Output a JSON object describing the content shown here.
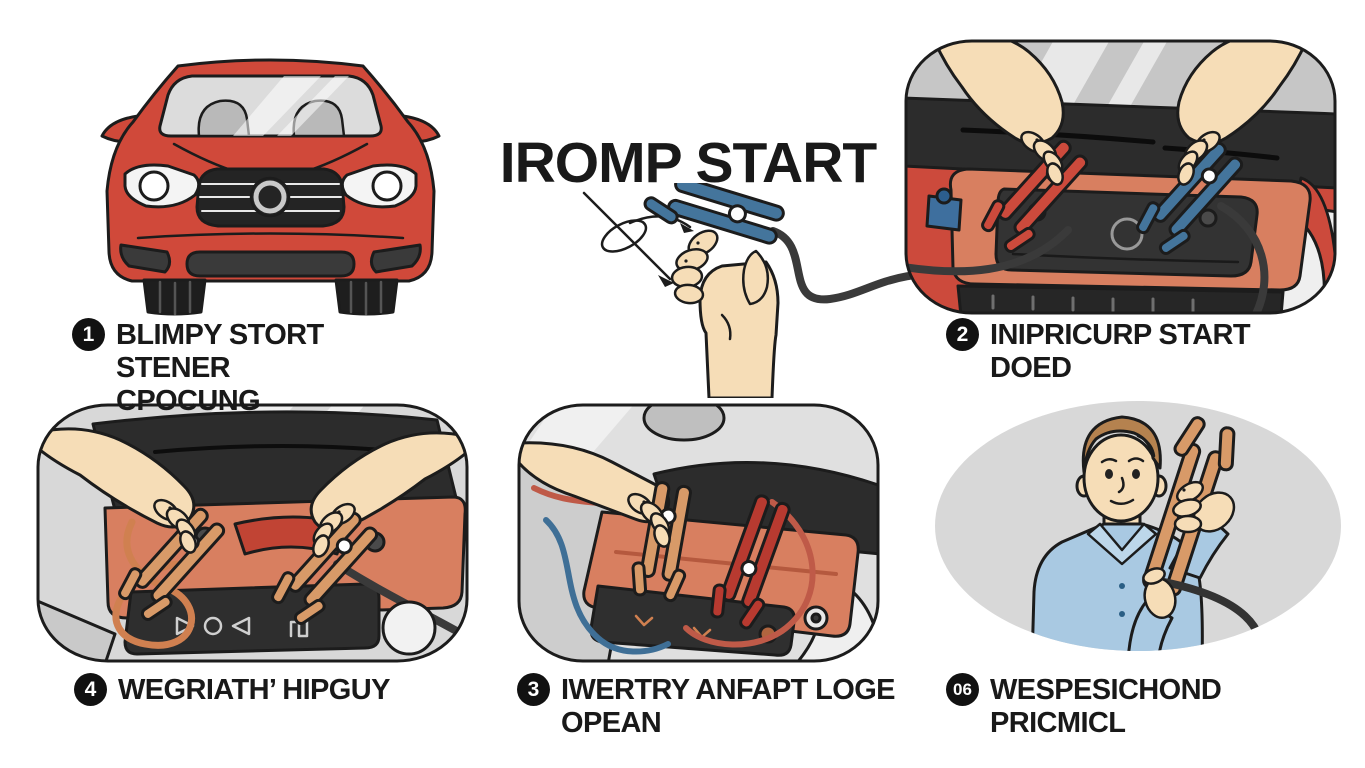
{
  "title": "IROMP START",
  "steps": {
    "s1": {
      "badge": "1",
      "label": "BLIMPY STORT STENER\nCPOCUNG"
    },
    "s2": {
      "badge": "2",
      "label": "INIPRICURP START\nDOED"
    },
    "s3": {
      "badge": "3",
      "label": "IWERTRY ANFAPT LOGE\nOPEAN"
    },
    "s4": {
      "badge": "4",
      "label": "WEGRIATH’ HIPGUY"
    },
    "s6": {
      "badge": "06",
      "label": "WESPESICHOND\nPRICMICL"
    }
  },
  "icons": {
    "rotation_arrow": "rotation-arrow-icon",
    "step_badges": "numbered-step-badge"
  },
  "colors": {
    "car_red": "#d0493a",
    "engine_salmon": "#d87f60",
    "skin": "#f6ddb7",
    "clamp_blue": "#44759c",
    "clamp_red": "#c14434",
    "clamp_copper": "#d89a68",
    "shirt_blue": "#a9c9e2",
    "hair_brown": "#b5824f",
    "vignette_gray": "#d8d8d8",
    "cable_dark": "#3a3a3a",
    "outline": "#1c1c1c",
    "text": "#191919",
    "badge_bg": "#111111",
    "badge_text": "#ffffff"
  }
}
